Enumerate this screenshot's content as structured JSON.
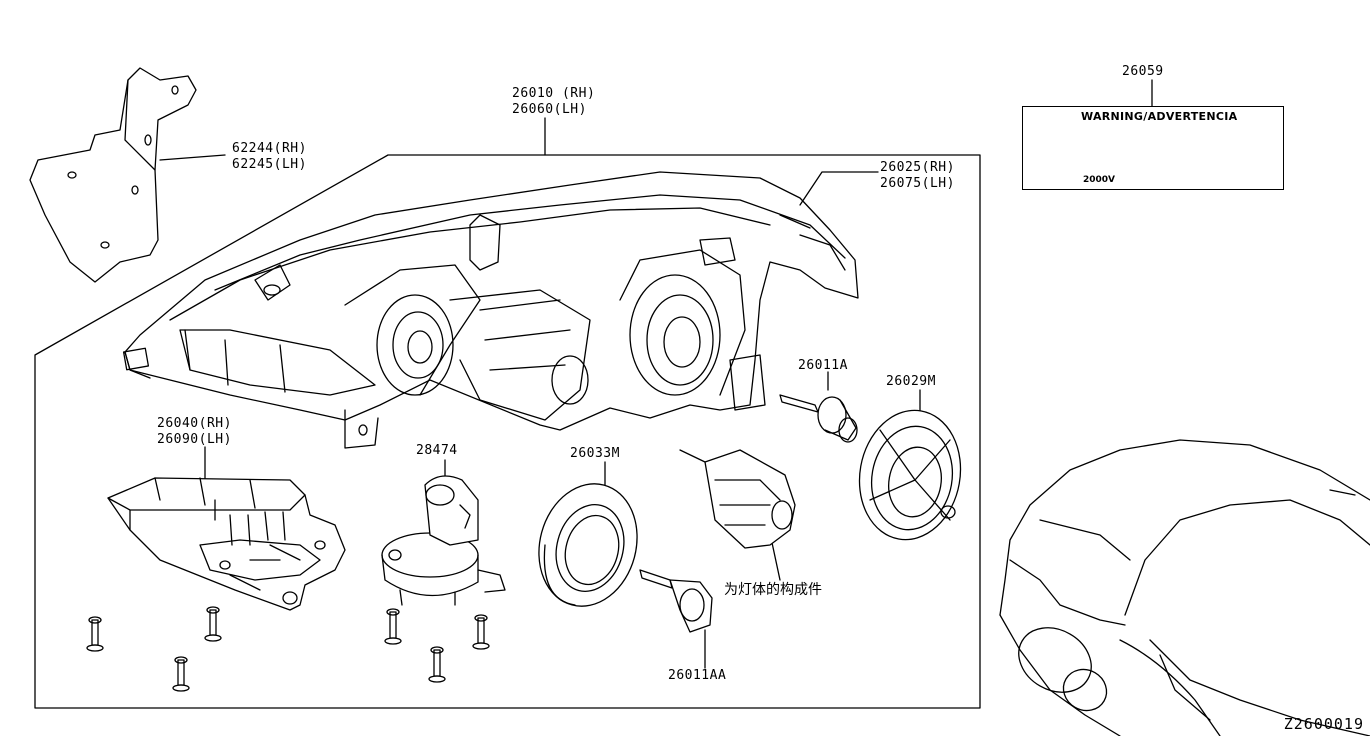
{
  "labels": {
    "bracket": [
      "62244(RH)",
      "62245(LH)"
    ],
    "headlamp_assy": [
      "26010 (RH)",
      "26060(LH)"
    ],
    "lens_housing": [
      "26025(RH)",
      "26075(LH)"
    ],
    "warning_label_part": "26059",
    "bulb_a": "26011A",
    "cap_m": "26029M",
    "ballast": [
      "26040(RH)",
      "26090(LH)"
    ],
    "actuator": "28474",
    "seal": "26033M",
    "headlamp_component_note": "为灯体的构成件",
    "bulb_aa": "26011AA",
    "diagram_id": "Z2600019"
  },
  "warning_label": {
    "title": "WARNING/ADVERTENCIA",
    "voltage": "2000V"
  },
  "icons": [
    "warning-triangle-icon",
    "high-voltage-icon",
    "electric-shock-icon",
    "manual-book-icon"
  ]
}
